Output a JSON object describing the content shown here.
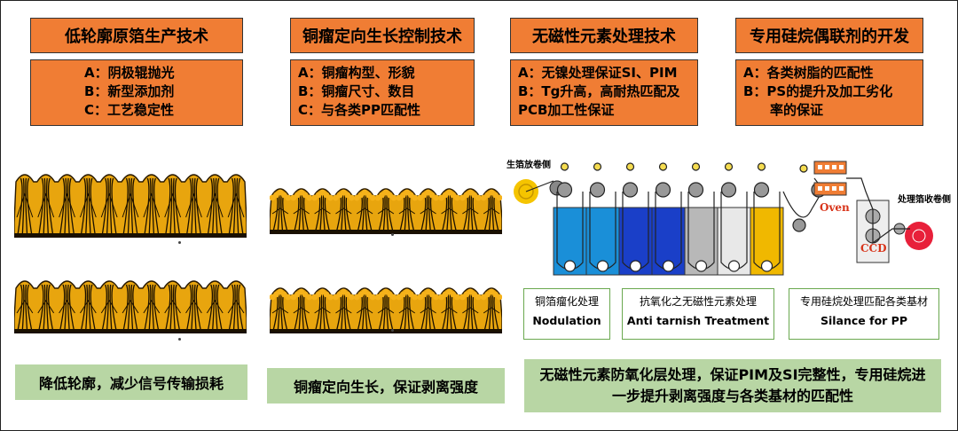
{
  "columns": [
    {
      "title": "低轮廓原箔生产技术",
      "items": [
        "A：阴极辊抛光",
        "B：新型添加剂",
        "C：工艺稳定性"
      ]
    },
    {
      "title": "铜瘤定向生长控制技术",
      "items": [
        "A：铜瘤构型、形貌",
        "B：铜瘤尺寸、数目",
        "C：与各类PP匹配性"
      ]
    },
    {
      "title": "无磁性元素处理技术",
      "items": [
        "A：无镍处理保证SI、PIM",
        "B：Tg升高，高耐热匹配及",
        "PCB加工性保证"
      ]
    },
    {
      "title": "专用硅烷偶联剂的开发",
      "items": [
        "A：各类树脂的匹配性",
        "B：PS的提升及加工劣化",
        "　　率的保证"
      ]
    }
  ],
  "captions": {
    "low_profile": "降低轮廓，减少信号传输损耗",
    "directional": "铜瘤定向生长，保证剥离强度",
    "treatment_line": "无磁性元素防氧化层处理，保证PIM及SI完整性，专用硅烷进一步提升剥离强度与各类基材的匹配性"
  },
  "process": {
    "unwind_label": "生箔放卷侧",
    "rewind_label": "处理箔收卷侧",
    "oven_label": "Oven",
    "ccd_label": "CCD",
    "stages": [
      {
        "cn": "铜箔瘤化处理",
        "en": "Nodulation"
      },
      {
        "cn": "抗氧化之无磁性元素处理",
        "en": "Anti tarnish Treatment"
      },
      {
        "cn": "专用硅烷处理匹配各类基材",
        "en": "Silance  for PP"
      }
    ],
    "tank_colors": [
      "#1a8fd8",
      "#1a8fd8",
      "#1a3fc8",
      "#1a3fc8",
      "#b8b8b8",
      "#e8e8e8",
      "#f0b800"
    ]
  }
}
